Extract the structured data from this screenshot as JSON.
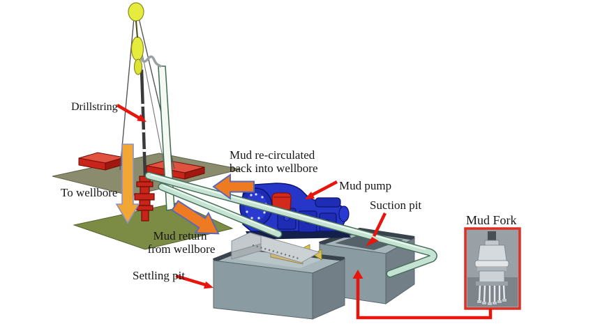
{
  "figure": {
    "title": "Drilling mud circulation system diagram",
    "labels": {
      "drillstring": "Drillstring",
      "to_wellbore": "To wellbore",
      "mud_return_line1": "Mud return",
      "mud_return_line2": "from wellbore",
      "recirculated_line1": "Mud re-circulated",
      "recirculated_line2": "back into wellbore",
      "mud_pump": "Mud pump",
      "suction_pit": "Suction pit",
      "settling_pit": "Settling pit",
      "mud_fork": "Mud Fork"
    },
    "colors": {
      "background": "#ffffff",
      "text": "#161616",
      "label_arrow_red": "#e8150c",
      "flow_arrow_orange": "#ee7b22",
      "flow_arrow_vertical_orange": "#f2a636",
      "flow_arrow_outline_blue": "#5e68b0",
      "pipe_fill": "#c5e3d2",
      "pipe_outline": "#48705c",
      "pump_blue": "#2636c8",
      "pump_blue_dark": "#1e2db4",
      "dampener_red": "#d42a1c",
      "pit_front_gray": "#8b9ba2",
      "pit_side_gray": "#727f86",
      "pit_top_gray": "#a7b6bb",
      "pit_rim_dark": "#39434c",
      "platform_upper_khaki": "#8a8c6d",
      "platform_lower_green": "#7c8c44",
      "derrick_yellow": "#e6ec3e",
      "equipment_red": "#c9241a",
      "inset_border_red": "#e03024",
      "shaker_gray": "#ccd1d4"
    }
  }
}
